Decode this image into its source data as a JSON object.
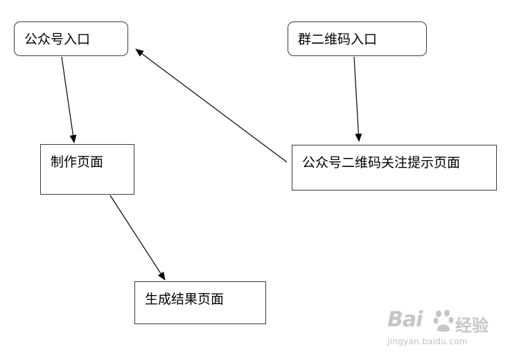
{
  "diagram": {
    "nodes": {
      "gongzhonghao_entry": "公众号入口",
      "qun_qrcode_entry": "群二维码入口",
      "make_page": "制作页面",
      "follow_prompt_page": "公众号二维码关注提示页面",
      "result_page": "生成结果页面"
    },
    "edges": [
      {
        "from": "公众号入口",
        "to": "制作页面"
      },
      {
        "from": "制作页面",
        "to": "生成结果页面"
      },
      {
        "from": "群二维码入口",
        "to": "公众号二维码关注提示页面"
      },
      {
        "from": "公众号二维码关注提示页面",
        "to": "公众号入口"
      }
    ]
  },
  "watermark": {
    "logo_text": "Bai",
    "brand_text": "经验",
    "url": "jingyan.baidu.com"
  }
}
